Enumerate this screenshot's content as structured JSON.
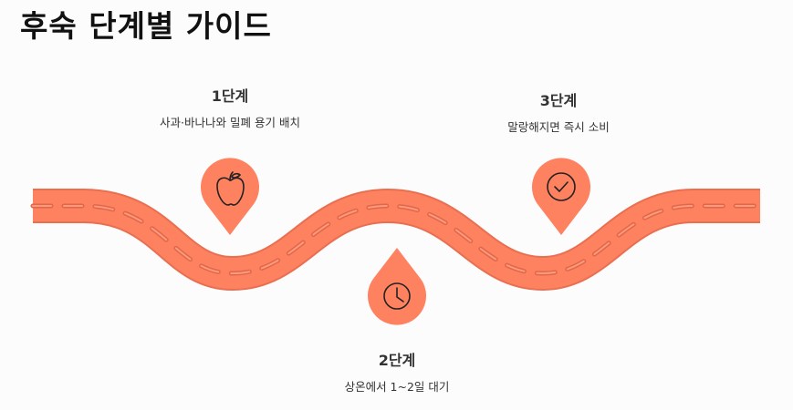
{
  "title": "후숙 단계별 가이드",
  "steps": [
    {
      "title": "1단계",
      "description": "사과·바나나와 밀폐 용기 배치",
      "icon": "apple-icon"
    },
    {
      "title": "2단계",
      "description": "상온에서 1~2일 대기",
      "icon": "clock-icon"
    },
    {
      "title": "3단계",
      "description": "말랑해지면 즉시 소비",
      "icon": "check-circle-icon"
    }
  ],
  "colors": {
    "road": "#fe8160",
    "road_edge": "#e96f51",
    "dash": "#e8714f",
    "icon_stroke": "#222222"
  }
}
